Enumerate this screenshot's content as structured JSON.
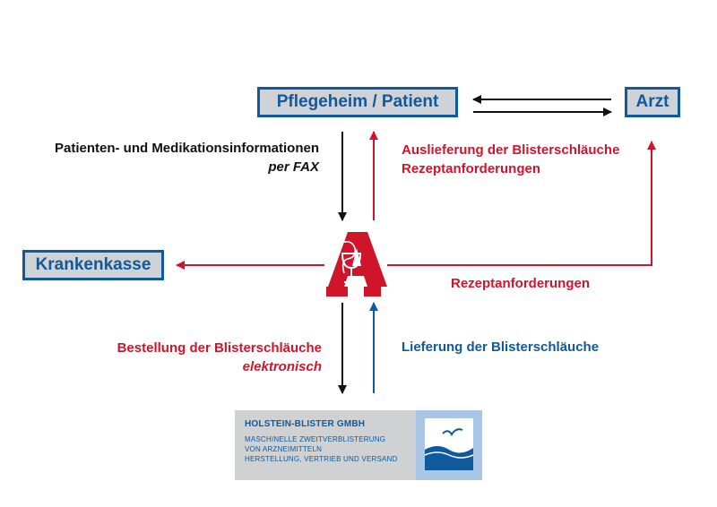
{
  "nodes": {
    "pflegeheim": "Pflegeheim / Patient",
    "arzt": "Arzt",
    "krankenkasse": "Krankenkasse"
  },
  "labels": {
    "patient_info": {
      "line1": "Patienten- und Medikationsinformationen",
      "line2": "per FAX"
    },
    "auslieferung": {
      "line1": "Auslieferung der Blisterschläuche",
      "line2": "Rezeptanforderungen"
    },
    "rezept": "Rezeptanforderungen",
    "bestellung": {
      "line1": "Bestellung der Blisterschläuche",
      "line2": "elektronisch"
    },
    "lieferung": "Lieferung der Blisterschläuche"
  },
  "logo": {
    "name": "HOLSTEIN-BLISTER GMBH",
    "lines": [
      "MASCHINELLE ZWEITVERBLISTERUNG",
      "VON ARZNEIMITTELN",
      "HERSTELLUNG, VERTRIEB UND VERSAND"
    ]
  },
  "colors": {
    "blue": "#0f5a9c",
    "red": "#d0152b",
    "black": "#111111",
    "box_fill": "#cfd2d6"
  },
  "icons": {
    "pharmacy": "apotheke-a-icon",
    "logo_mark": "seagull-wave-icon"
  }
}
